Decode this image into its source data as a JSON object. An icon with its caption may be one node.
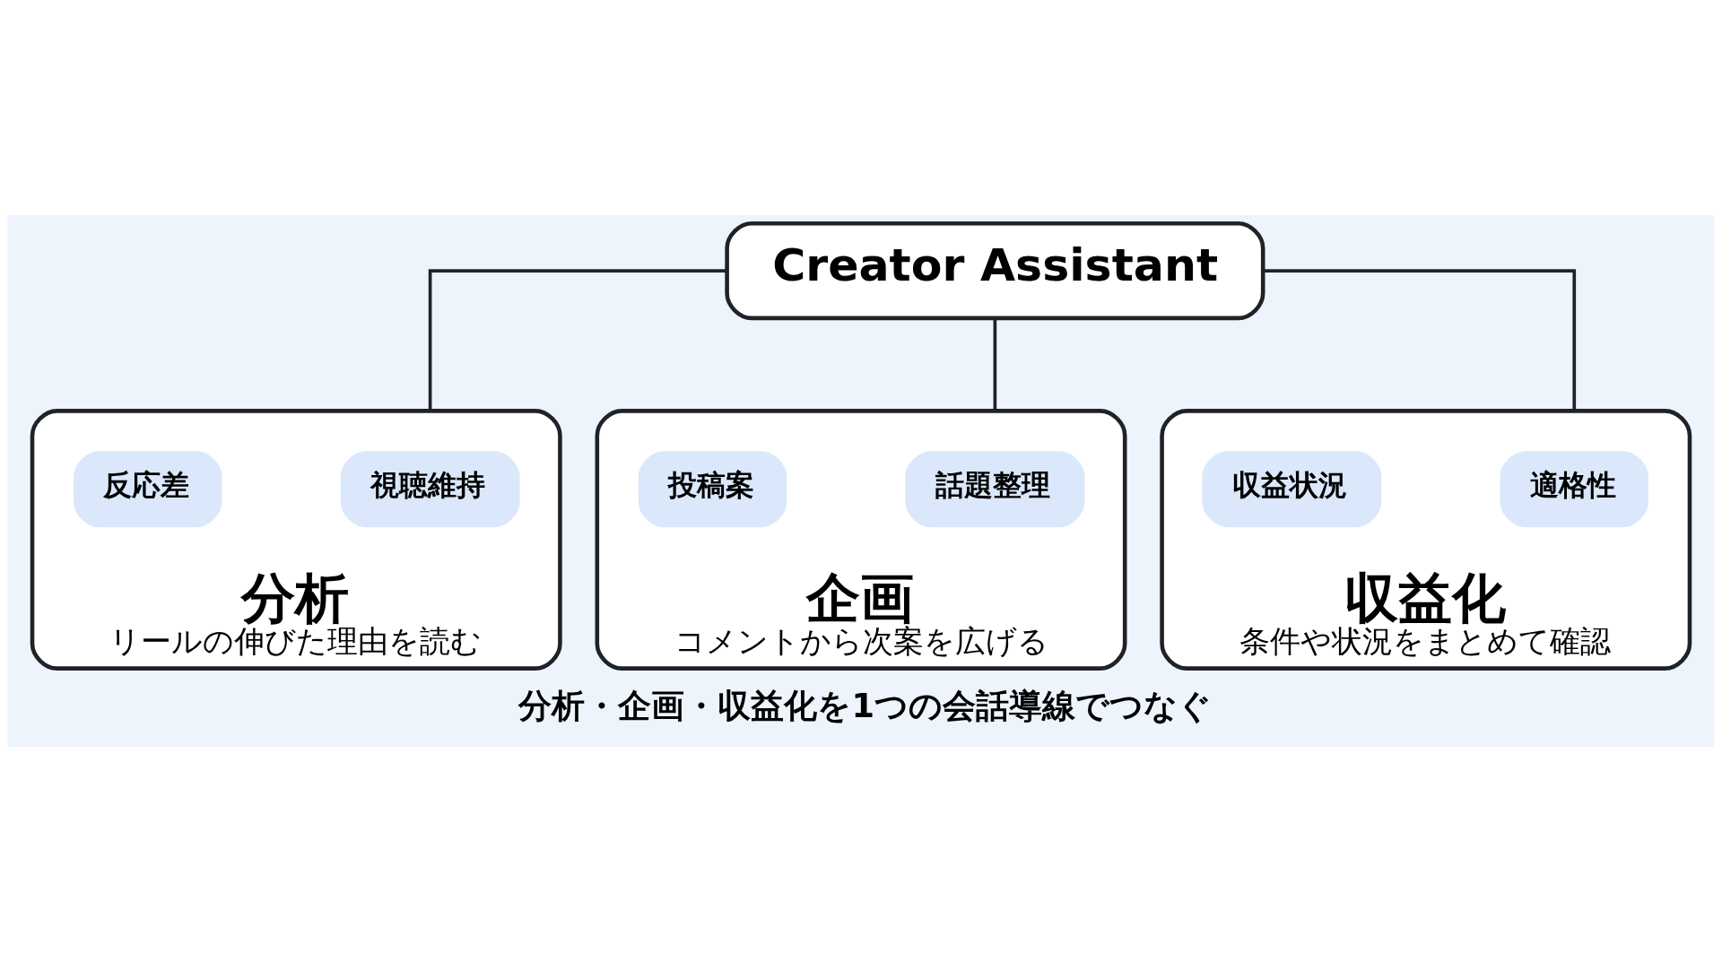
{
  "diagram": {
    "caption": "分析・企画・収益化を1つの会話導線でつなぐ",
    "nodes": [
      {
        "text": [
          "Creator Assistant"
        ]
      },
      {
        "text": [
          "分析",
          "リールの伸びた理由を読む"
        ]
      },
      {
        "text": [
          "視聴維持"
        ],
        "in": 1
      },
      {
        "text": [
          "反応差"
        ],
        "in": 1
      },
      {
        "text": [
          "企画",
          "コメントから次案を広げる"
        ]
      },
      {
        "text": [
          "話題整理"
        ],
        "in": 4
      },
      {
        "text": [
          "投稿案"
        ],
        "in": 4
      },
      {
        "text": [
          "収益化",
          "条件や状況をまとめて確認"
        ]
      },
      {
        "text": [
          "適格性"
        ],
        "in": 7
      },
      {
        "text": [
          "収益状況"
        ],
        "in": 7
      }
    ],
    "edges": [
      {
        "from": 0,
        "to": 1,
        "arrow": "none"
      },
      {
        "from": 0,
        "to": 4,
        "arrow": "none"
      },
      {
        "from": 0,
        "to": 7,
        "arrow": "none"
      }
    ]
  }
}
